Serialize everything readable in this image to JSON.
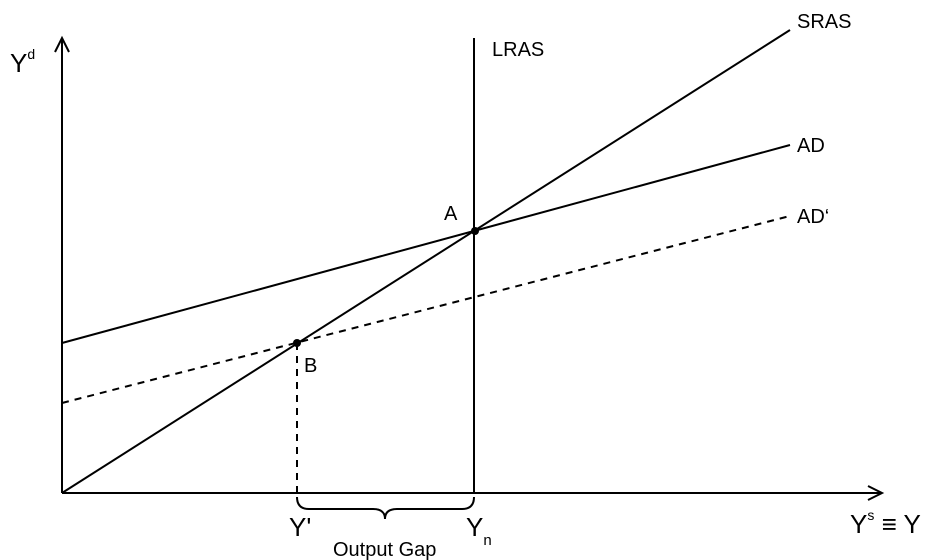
{
  "diagram": {
    "axes": {
      "y_label": {
        "base": "Y",
        "sup": "d"
      },
      "x_label": {
        "base": "Y",
        "sup": "s",
        "rest": " ≡ Y"
      }
    },
    "curves": {
      "lras": "LRAS",
      "sras": "SRAS",
      "ad": "AD",
      "ad_prime": "AD‘"
    },
    "points": {
      "a": "A",
      "b": "B"
    },
    "x_marks": {
      "y_prime": "Y'",
      "y_n": {
        "base": "Y",
        "sub": "n"
      }
    },
    "output_gap": "Output Gap"
  }
}
